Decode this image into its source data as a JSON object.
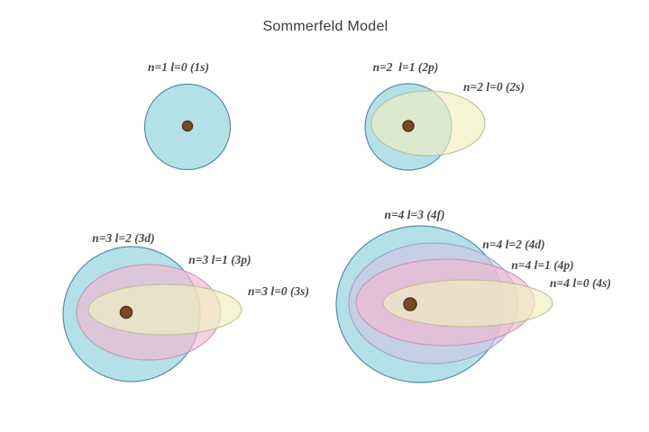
{
  "title": "Sommerfeld Model",
  "palette": {
    "background": "#ffffff",
    "title_color": "#3a3a3a",
    "label_color": "#4a4a4a",
    "orbit_blue_fill": "#8ccfdc",
    "orbit_blue_stroke": "#4e7fa0",
    "orbit_lavender_fill": "#cec6e4",
    "orbit_lavender_stroke": "#9aa2c8",
    "orbit_pink_fill": "#f2b9d3",
    "orbit_pink_stroke": "#c493b4",
    "orbit_yellow_fill": "#efefc0",
    "orbit_yellow_stroke": "#bebe96",
    "nucleus_fill": "#7a4a28",
    "nucleus_stroke": "#55331a"
  },
  "groups": [
    {
      "n": 1,
      "orbits": [
        {
          "id": "1s",
          "label": "n=1 l=0 (1s)",
          "shape": "circle",
          "color": "blue"
        }
      ]
    },
    {
      "n": 2,
      "orbits": [
        {
          "id": "2p",
          "label": "n=2  l=1 (2p)",
          "shape": "circle",
          "color": "blue"
        },
        {
          "id": "2s",
          "label": "n=2 l=0 (2s)",
          "shape": "ellipse",
          "color": "yellow"
        }
      ]
    },
    {
      "n": 3,
      "orbits": [
        {
          "id": "3d",
          "label": "n=3 l=2 (3d)",
          "shape": "circle",
          "color": "blue"
        },
        {
          "id": "3p",
          "label": "n=3 l=1 (3p)",
          "shape": "ellipse",
          "color": "pink"
        },
        {
          "id": "3s",
          "label": "n=3 l=0 (3s)",
          "shape": "ellipse",
          "color": "yellow"
        }
      ]
    },
    {
      "n": 4,
      "orbits": [
        {
          "id": "4f",
          "label": "n=4 l=3 (4f)",
          "shape": "circle",
          "color": "blue"
        },
        {
          "id": "4d",
          "label": "n=4 l=2 (4d)",
          "shape": "ellipse",
          "color": "lavender"
        },
        {
          "id": "4p",
          "label": "n=4 l=1 (4p)",
          "shape": "ellipse",
          "color": "pink"
        },
        {
          "id": "4s",
          "label": "n=4 l=0 (4s)",
          "shape": "ellipse",
          "color": "yellow"
        }
      ]
    }
  ]
}
